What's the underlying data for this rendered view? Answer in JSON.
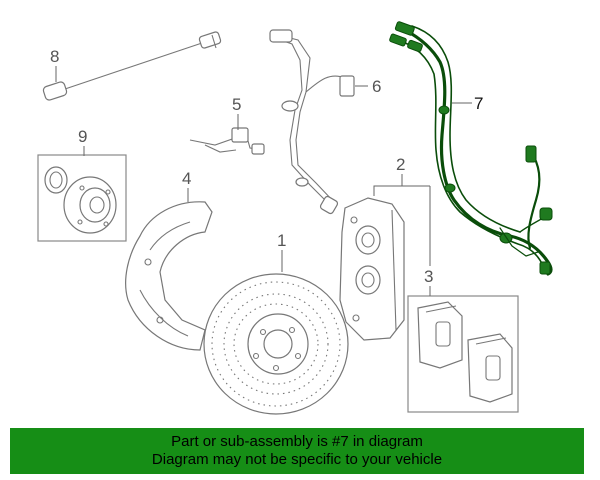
{
  "diagram": {
    "callouts": [
      "1",
      "2",
      "3",
      "4",
      "5",
      "6",
      "7",
      "8",
      "9"
    ],
    "highlighted_part": "7",
    "highlight_color": "#168e16"
  },
  "banner": {
    "line1": "Part or sub-assembly is #7 in diagram",
    "line2": "Diagram may not be specific to your vehicle"
  }
}
